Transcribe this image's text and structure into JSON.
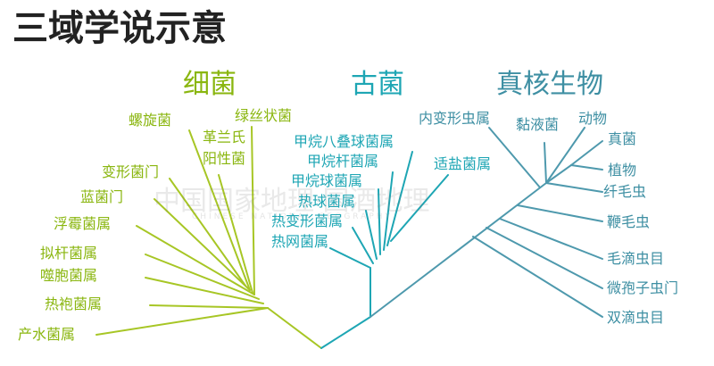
{
  "title": "三域学说示意",
  "domains": {
    "bacteria": {
      "name": "细菌",
      "color": "#a7c625",
      "leaves": [
        "螺旋菌",
        "绿丝状菌",
        "革兰氏",
        "阳性菌",
        "变形菌门",
        "蓝菌门",
        "浮霉菌属",
        "拟杆菌属",
        "噬胞菌属",
        "热袍菌属",
        "产水菌属"
      ]
    },
    "archaea": {
      "name": "古菌",
      "color": "#1ea6b4",
      "leaves": [
        "甲烷八叠球菌属",
        "甲烷杆菌属",
        "甲烷球菌属",
        "热球菌属",
        "热变形菌属",
        "热网菌属",
        "适盐菌属"
      ]
    },
    "eukarya": {
      "name": "真核生物",
      "color": "#4e99ad",
      "leaves": [
        "内变形虫属",
        "黏液菌",
        "动物",
        "真菌",
        "植物",
        "纤毛虫",
        "鞭毛虫",
        "毛滴虫目",
        "微孢子虫门",
        "双滴虫目"
      ]
    }
  },
  "watermark": {
    "text": "中国国家地理·国酒地理",
    "subtext": "CHINESE NATIONAL GEOGRAPHY"
  }
}
